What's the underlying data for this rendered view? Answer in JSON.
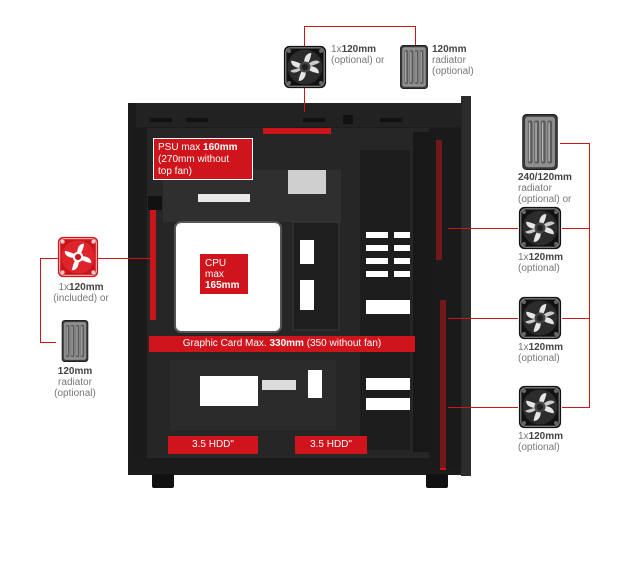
{
  "colors": {
    "accent": "#d0141b",
    "case": "#1b1b1b",
    "panel": "#2a2a2a",
    "icon_gray": "#8a8a8a"
  },
  "labels": {
    "psu": {
      "line1_pre": "PSU max ",
      "line1_bold": "160mm",
      "line2": "(270mm without",
      "line3": "top fan)"
    },
    "cpu": {
      "line1": "CPU",
      "line2": "max",
      "line3": "165mm"
    },
    "gpu": {
      "pre": "Graphic Card Max. ",
      "bold": "330mm",
      "post": " (350 without fan)"
    },
    "hdd_left": "3.5 HDD\"",
    "hdd_right": "3.5 HDD\""
  },
  "top": {
    "fan": {
      "prefix": "1x",
      "size": "120mm",
      "line2": "(optional) or"
    },
    "radiator": {
      "size": "120mm",
      "line2": "radiator",
      "line3": "(optional)"
    }
  },
  "front": {
    "fan": {
      "prefix": "1x",
      "size": "120mm",
      "line2": "(included) or"
    },
    "radiator": {
      "size": "120mm",
      "line2": "radiator",
      "line3": "(optional)"
    }
  },
  "rear": {
    "radiator": {
      "size": "240/120mm",
      "line2": "radiator",
      "line3": "(optional) or"
    },
    "fan1": {
      "prefix": "1x",
      "size": "120mm",
      "line2": "(optional)"
    },
    "fan2": {
      "prefix": "1x",
      "size": "120mm",
      "line2": "(optional)"
    },
    "fan3": {
      "prefix": "1x",
      "size": "120mm",
      "line2": "(optional)"
    }
  }
}
